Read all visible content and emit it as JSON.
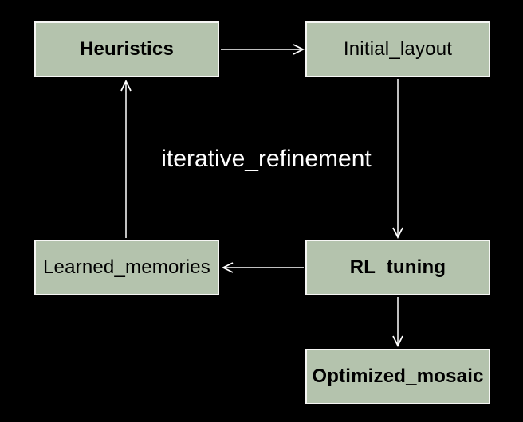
{
  "diagram": {
    "background_color": "#000000",
    "node_fill_color": "#b4c3ad",
    "node_border_color": "#f6f6f4",
    "node_text_color": "#000000",
    "connector_color": "#ffffff",
    "nodes": [
      {
        "id": "heuristics",
        "label": "Heuristics",
        "bold": true
      },
      {
        "id": "initial_layout",
        "label": "Initial_layout",
        "bold": false
      },
      {
        "id": "learned_memories",
        "label": "Learned_memories",
        "bold": false
      },
      {
        "id": "rl_tuning",
        "label": "RL_tuning",
        "bold": true
      },
      {
        "id": "optimized_mosaic",
        "label": "Optimized_mosaic",
        "bold": true
      }
    ],
    "edges": [
      {
        "from": "heuristics",
        "to": "initial_layout"
      },
      {
        "from": "initial_layout",
        "to": "rl_tuning"
      },
      {
        "from": "rl_tuning",
        "to": "learned_memories"
      },
      {
        "from": "learned_memories",
        "to": "heuristics"
      },
      {
        "from": "rl_tuning",
        "to": "optimized_mosaic"
      }
    ],
    "edge_label": {
      "text": "iterative_refinement",
      "color": "#ffffff"
    }
  }
}
